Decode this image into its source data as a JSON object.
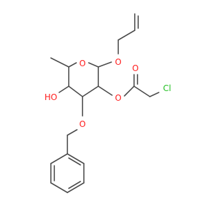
{
  "molecule": {
    "atoms": {
      "ring_oxygen": "O",
      "allyl_oxygen": "O",
      "ester_oxygen": "O",
      "carbonyl_oxygen": "O",
      "chlorine": "Cl",
      "hydroxyl": "HO",
      "benzyl_oxygen": "O"
    },
    "colors": {
      "bond": "#4a4a4a",
      "oxygen": "#ff1a1a",
      "chlorine": "#1fbf1f"
    }
  }
}
